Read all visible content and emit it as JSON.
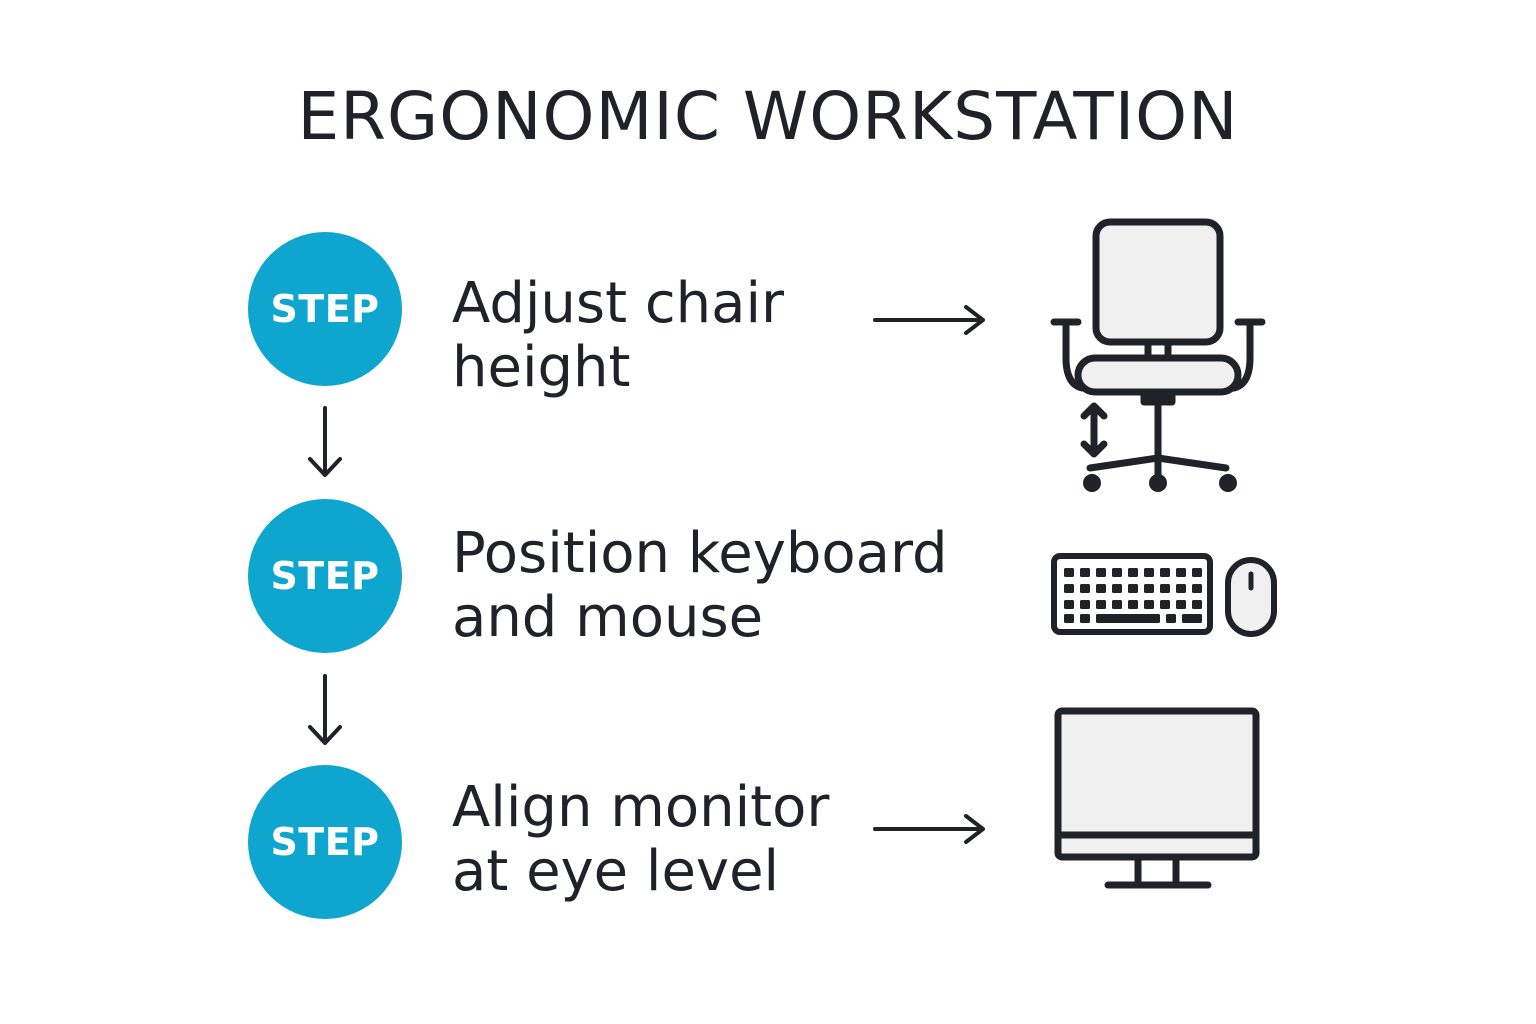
{
  "title": "ERGONOMIC WORKSTATION",
  "steps": [
    {
      "badge": "STEP",
      "line1": "Adjust chair",
      "line2": "height",
      "icon": "office-chair-icon"
    },
    {
      "badge": "STEP",
      "line1": "Position keyboard",
      "line2": "and mouse",
      "icon": "keyboard-mouse-icon"
    },
    {
      "badge": "STEP",
      "line1": "Align monitor",
      "line2": "at eye level",
      "icon": "monitor-icon"
    }
  ],
  "colors": {
    "accent": "#0ea5cf",
    "ink": "#1f2329",
    "icon_fill": "#f0f0f0"
  }
}
